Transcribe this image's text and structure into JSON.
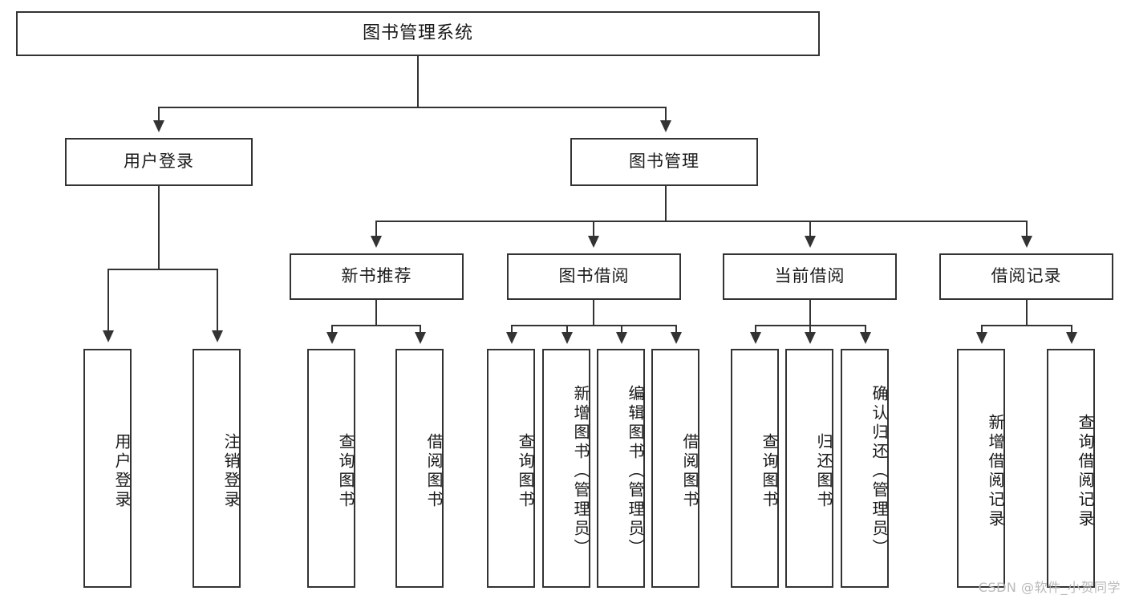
{
  "diagram": {
    "type": "tree",
    "title": "图书管理系统",
    "watermark": "CSDN @软件_小贺同学",
    "colors": {
      "box_border": "#333333",
      "box_fill": "#ffffff",
      "connector": "#333333",
      "text": "#1a1a1a",
      "watermark": "#b9b9b9"
    },
    "levels": 4,
    "nodes": {
      "root": {
        "label": "图书管理系统"
      },
      "level2": [
        {
          "label": "用户登录"
        },
        {
          "label": "图书管理"
        }
      ],
      "level3": [
        {
          "label": "新书推荐"
        },
        {
          "label": "图书借阅"
        },
        {
          "label": "当前借阅"
        },
        {
          "label": "借阅记录"
        }
      ],
      "leaves_user_login": [
        {
          "label": "用户登录"
        },
        {
          "label": "注销登录"
        }
      ],
      "leaves_new_book": [
        {
          "label": "查询图书"
        },
        {
          "label": "借阅图书"
        }
      ],
      "leaves_borrow": [
        {
          "label": "查询图书"
        },
        {
          "label": "新增图书（管理员）"
        },
        {
          "label": "编辑图书（管理员）"
        },
        {
          "label": "借阅图书"
        }
      ],
      "leaves_current": [
        {
          "label": "查询图书"
        },
        {
          "label": "归还图书"
        },
        {
          "label": "确认归还（管理员）"
        }
      ],
      "leaves_records": [
        {
          "label": "新增借阅记录"
        },
        {
          "label": "查询借阅记录"
        }
      ]
    }
  }
}
